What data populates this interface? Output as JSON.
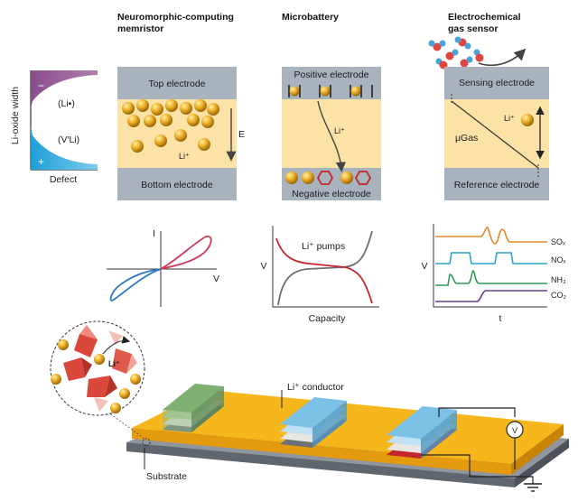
{
  "defect_panel": {
    "y_axis_label": "Li-oxide width",
    "x_axis_label": "Defect",
    "minus_sign": "−",
    "plus_sign": "+",
    "li_interstitial": "(Li•)",
    "li_vacancy": "(V′Li)"
  },
  "memristor": {
    "title_line1": "Neuromorphic-computing",
    "title_line2": "memristor",
    "top_electrode": "Top electrode",
    "bottom_electrode": "Bottom electrode",
    "field_label": "E",
    "ion_label": "Li⁺",
    "plot": {
      "y_label": "I",
      "x_label": "V"
    }
  },
  "microbattery": {
    "title": "Microbattery",
    "positive_electrode": "Positive electrode",
    "negative_electrode": "Negative electrode",
    "ion_label": "Li⁺",
    "plot": {
      "y_label": "V",
      "x_label": "Capacity",
      "annotation": "Li⁺ pumps"
    }
  },
  "gas_sensor": {
    "title_line1": "Electrochemical",
    "title_line2": "gas sensor",
    "sensing_electrode": "Sensing electrode",
    "reference_electrode": "Reference electrode",
    "potential_label": "μGas",
    "ion_label": "Li⁺",
    "plot": {
      "y_label": "V",
      "x_label": "t",
      "series": [
        "SOₓ",
        "NOₓ",
        "NH₃",
        "CO₂"
      ],
      "colors": [
        "#e08a2c",
        "#2aa6c9",
        "#2e9a58",
        "#6b3d8f"
      ]
    }
  },
  "device": {
    "conductor_label": "Li⁺ conductor",
    "substrate_label": "Substrate",
    "meter_label": "V",
    "inset_ion_label": "Li⁺"
  }
}
